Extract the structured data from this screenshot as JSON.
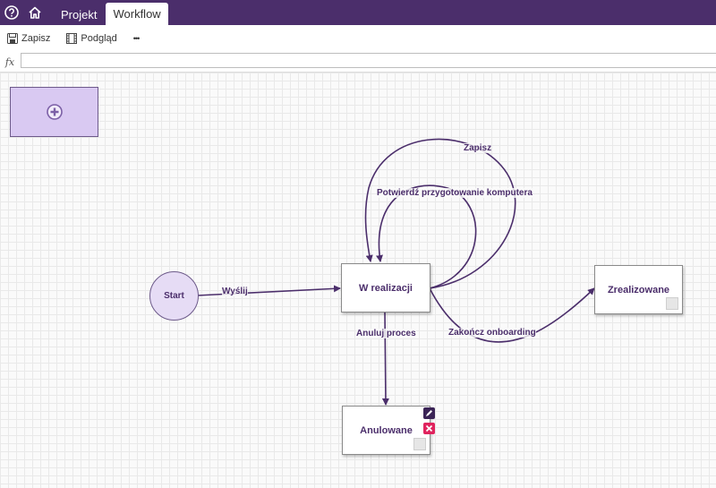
{
  "tabs": {
    "project": "Projekt",
    "workflow": "Workflow"
  },
  "toolbar": {
    "save_label": "Zapisz",
    "preview_label": "Podgląd",
    "more_label": "•••"
  },
  "formula": {
    "fx_label": "fx",
    "value": ""
  },
  "nodes": {
    "start": "Start",
    "in_progress": "W realizacji",
    "completed": "Zrealizowane",
    "cancelled": "Anulowane"
  },
  "edges": {
    "send": "Wyślij",
    "save": "Zapisz",
    "confirm": "Potwierdź przygotowanie komputera",
    "finish": "Zakończ onboarding",
    "cancel": "Anuluj proces"
  },
  "colors": {
    "topbar": "#4b2e6b",
    "accent": "#4b2e6b",
    "start_fill": "#e6dcf5",
    "palette_fill": "#d9c9f2",
    "delete_action": "#e0245e"
  }
}
